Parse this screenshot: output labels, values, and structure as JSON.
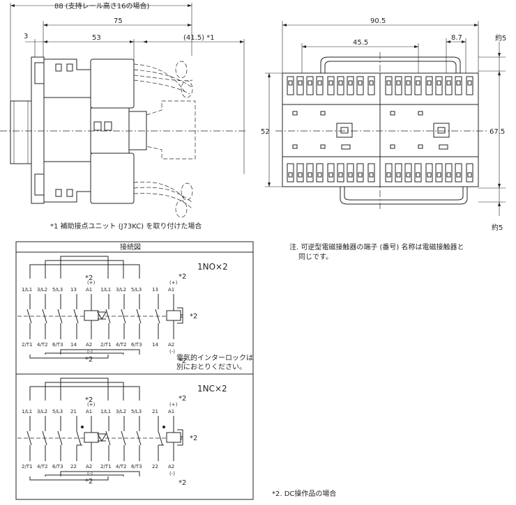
{
  "side_view": {
    "dim_total": "88 (支持レール高さ16の場合)",
    "dim_75": "75",
    "dim_3": "3",
    "dim_53": "53",
    "dim_aux": "(41.5) *1",
    "footnote": "*1 補助接点ユニット (J73KC) を取り付けた場合"
  },
  "front_view": {
    "dim_width": "90.5",
    "dim_45_5": "45.5",
    "dim_8_7": "8.7",
    "dim_approx5_top": "約5",
    "dim_52": "52",
    "dim_67_5": "67.5",
    "dim_approx5_bottom": "約5",
    "note": "注. 可逆型電磁接触器の端子 (番号) 名称は電磁接触器と同じです。"
  },
  "wiring": {
    "title": "接続図",
    "panel1": {
      "label": "1NO×2",
      "top_terms": [
        "1/L1",
        "3/L2",
        "5/L3",
        "13",
        "A1",
        "1/L1",
        "3/L2",
        "5/L3",
        "13",
        "A1"
      ],
      "bottom_terms": [
        "2/T1",
        "4/T2",
        "6/T3",
        "14",
        "A2",
        "2/T1",
        "4/T2",
        "6/T3",
        "14",
        "A2"
      ],
      "plus": "(+)",
      "minus": "(-)",
      "star2": "*2",
      "interlock_note": "電気的インターロックは別におとりください。"
    },
    "panel2": {
      "label": "1NC×2",
      "top_terms": [
        "1/L1",
        "3/L2",
        "5/L3",
        "21",
        "A1",
        "1/L1",
        "3/L2",
        "5/L3",
        "21",
        "A1"
      ],
      "bottom_terms": [
        "2/T1",
        "4/T2",
        "6/T3",
        "22",
        "A2",
        "2/T1",
        "4/T2",
        "6/T3",
        "22",
        "A2"
      ],
      "plus": "(+)",
      "minus": "(-)",
      "star2": "*2"
    },
    "footnote": "*2. DC操作品の場合"
  }
}
